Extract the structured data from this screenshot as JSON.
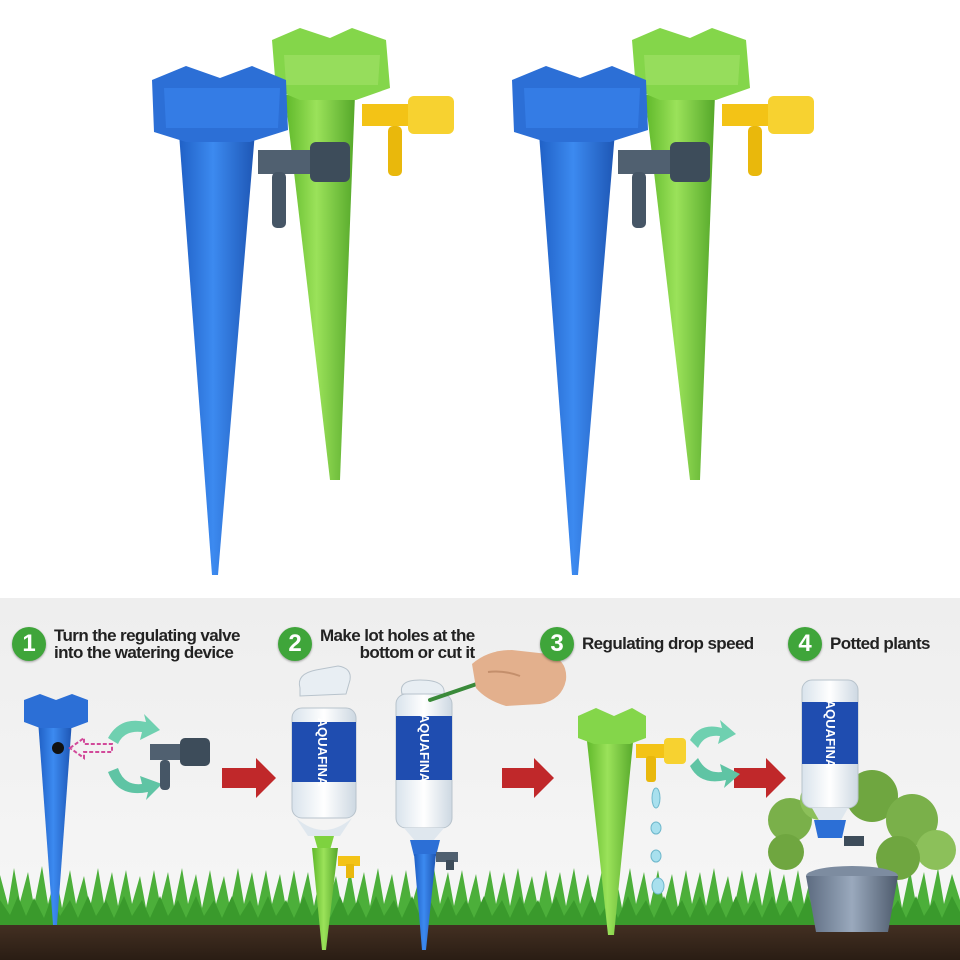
{
  "steps": [
    {
      "number": "1",
      "line1": "Turn the regulating valve",
      "line2": "into the watering device"
    },
    {
      "number": "2",
      "line1": "Make lot holes at the",
      "line2": "bottom or cut it"
    },
    {
      "number": "3",
      "line1": "Regulating drop speed",
      "line2": ""
    },
    {
      "number": "4",
      "line1": "Potted plants",
      "line2": ""
    }
  ],
  "bottle_label": "AQUAFINA",
  "colors": {
    "blue_spike": "#2a72d8",
    "green_spike": "#7ed23f",
    "grey_valve": "#3d4c5a",
    "yellow_valve": "#f4c71a",
    "step_badge": "#3fa53a",
    "arrow": "#c0282a",
    "grass": "#4caf3a",
    "soil": "#3a2a1e"
  }
}
